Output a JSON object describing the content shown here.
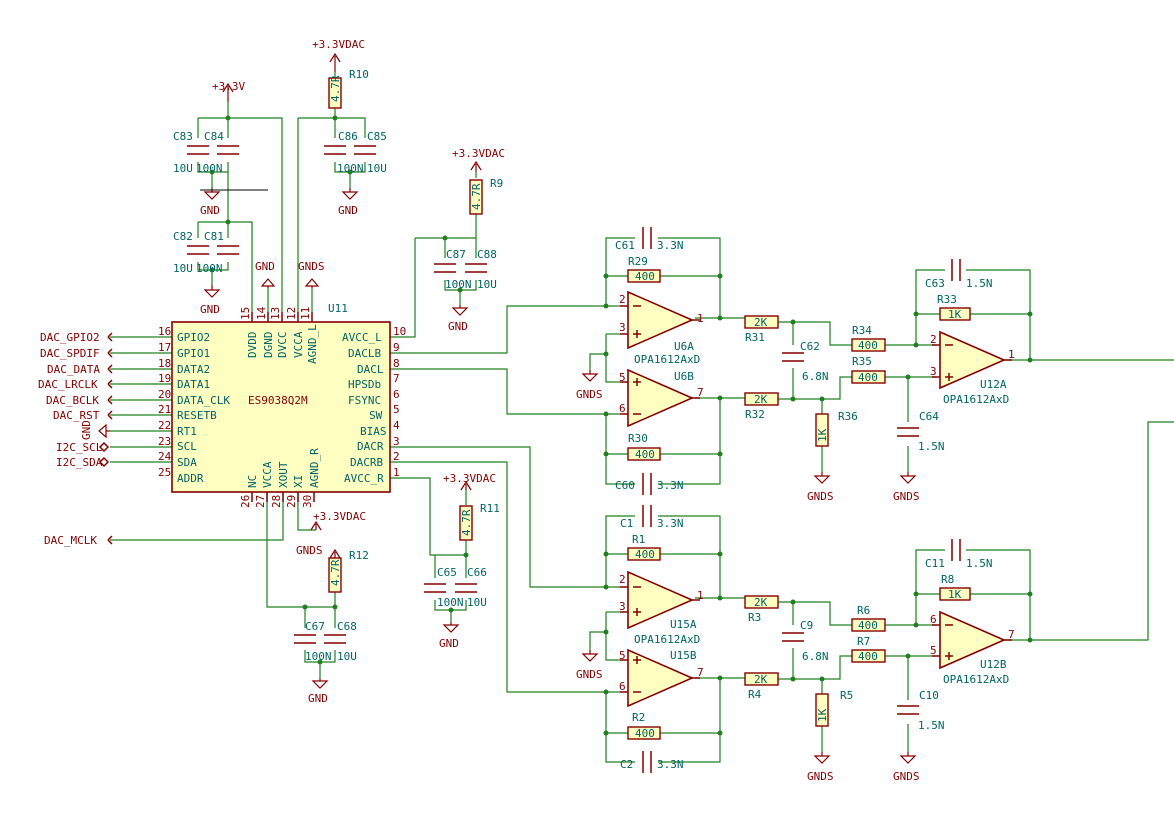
{
  "power": {
    "v33": "+3.3V",
    "v33dac": "+3.3VDAC",
    "gnd": "GND",
    "gnds": "GNDS"
  },
  "chip": {
    "ref": "U11",
    "name": "ES9038Q2M",
    "left_pins": [
      {
        "num": "16",
        "name": "GPIO2"
      },
      {
        "num": "17",
        "name": "GPIO1"
      },
      {
        "num": "18",
        "name": "DATA2"
      },
      {
        "num": "19",
        "name": "DATA1"
      },
      {
        "num": "20",
        "name": "DATA_CLK"
      },
      {
        "num": "21",
        "name": "RESETB"
      },
      {
        "num": "22",
        "name": "RT1"
      },
      {
        "num": "23",
        "name": "SCL"
      },
      {
        "num": "24",
        "name": "SDA"
      },
      {
        "num": "25",
        "name": "ADDR"
      }
    ],
    "right_pins": [
      {
        "num": "10",
        "name": "AVCC_L"
      },
      {
        "num": "9",
        "name": "DACLB"
      },
      {
        "num": "8",
        "name": "DACL"
      },
      {
        "num": "7",
        "name": "HPSDb"
      },
      {
        "num": "6",
        "name": "FSYNC"
      },
      {
        "num": "5",
        "name": "SW"
      },
      {
        "num": "4",
        "name": "BIAS"
      },
      {
        "num": "3",
        "name": "DACR"
      },
      {
        "num": "2",
        "name": "DACRB"
      },
      {
        "num": "1",
        "name": "AVCC_R"
      }
    ],
    "top_pins": [
      {
        "num": "15",
        "name": "DVDD"
      },
      {
        "num": "14",
        "name": "DGND"
      },
      {
        "num": "13",
        "name": "DVCC"
      },
      {
        "num": "12",
        "name": "VCCA"
      },
      {
        "num": "11",
        "name": "AGND_L"
      }
    ],
    "bottom_pins": [
      {
        "num": "26",
        "name": "NC"
      },
      {
        "num": "27",
        "name": "VCCA"
      },
      {
        "num": "28",
        "name": "XOUT"
      },
      {
        "num": "29",
        "name": "XI"
      },
      {
        "num": "30",
        "name": "AGND_R"
      }
    ]
  },
  "labels": {
    "gpio2": "DAC_GPIO2",
    "spdif": "DAC_SPDIF",
    "data2": "DAC_DATA",
    "data1": "DAC_LRCLK",
    "bclk": "DAC_BCLK",
    "rst": "DAC_RST",
    "scl": "I2C_SCL",
    "sda": "I2C_SDA",
    "mclk": "DAC_MCLK"
  },
  "caps": {
    "C83": {
      "ref": "C83",
      "val": "10U"
    },
    "C84": {
      "ref": "C84",
      "val": "100N"
    },
    "C82": {
      "ref": "C82",
      "val": "10U"
    },
    "C81": {
      "ref": "C81",
      "val": "100N"
    },
    "C86": {
      "ref": "C86",
      "val": "100N"
    },
    "C85": {
      "ref": "C85",
      "val": "10U"
    },
    "C87": {
      "ref": "C87",
      "val": "100N"
    },
    "C88": {
      "ref": "C88",
      "val": "10U"
    },
    "C65": {
      "ref": "C65",
      "val": "100N"
    },
    "C66": {
      "ref": "C66",
      "val": "10U"
    },
    "C67": {
      "ref": "C67",
      "val": "100N"
    },
    "C68": {
      "ref": "C68",
      "val": "10U"
    },
    "C61": {
      "ref": "C61",
      "val": "3.3N"
    },
    "C60": {
      "ref": "C60",
      "val": "3.3N"
    },
    "C1": {
      "ref": "C1",
      "val": "3.3N"
    },
    "C2": {
      "ref": "C2",
      "val": "3.3N"
    },
    "C62": {
      "ref": "C62",
      "val": "6.8N"
    },
    "C9": {
      "ref": "C9",
      "val": "6.8N"
    },
    "C63": {
      "ref": "C63",
      "val": "1.5N"
    },
    "C11": {
      "ref": "C11",
      "val": "1.5N"
    },
    "C64": {
      "ref": "C64",
      "val": "1.5N"
    },
    "C10": {
      "ref": "C10",
      "val": "1.5N"
    }
  },
  "resistors": {
    "R10": {
      "ref": "R10",
      "val": "4.7R"
    },
    "R9": {
      "ref": "R9",
      "val": "4.7R"
    },
    "R11": {
      "ref": "R11",
      "val": "4.7R"
    },
    "R12": {
      "ref": "R12",
      "val": "4.7R"
    },
    "R29": {
      "ref": "R29",
      "val": "400"
    },
    "R30": {
      "ref": "R30",
      "val": "400"
    },
    "R1": {
      "ref": "R1",
      "val": "400"
    },
    "R2": {
      "ref": "R2",
      "val": "400"
    },
    "R31": {
      "ref": "R31",
      "val": "2K"
    },
    "R32": {
      "ref": "R32",
      "val": "2K"
    },
    "R3": {
      "ref": "R3",
      "val": "2K"
    },
    "R4": {
      "ref": "R4",
      "val": "2K"
    },
    "R36": {
      "ref": "R36",
      "val": "1K"
    },
    "R5": {
      "ref": "R5",
      "val": "1K"
    },
    "R34": {
      "ref": "R34",
      "val": "400"
    },
    "R35": {
      "ref": "R35",
      "val": "400"
    },
    "R6": {
      "ref": "R6",
      "val": "400"
    },
    "R7": {
      "ref": "R7",
      "val": "400"
    },
    "R33": {
      "ref": "R33",
      "val": "1K"
    },
    "R8": {
      "ref": "R8",
      "val": "1K"
    }
  },
  "opamps": {
    "U6A": {
      "ref": "U6A",
      "val": "OPA1612AxD"
    },
    "U6B": {
      "ref": "U6B",
      "val": ""
    },
    "U15A": {
      "ref": "U15A",
      "val": "OPA1612AxD"
    },
    "U15B": {
      "ref": "U15B",
      "val": ""
    },
    "U12A": {
      "ref": "U12A",
      "val": "OPA1612AxD"
    },
    "U12B": {
      "ref": "U12B",
      "val": "OPA1612AxD"
    }
  },
  "op_pins": {
    "n2": "2",
    "n3": "3",
    "n1": "1",
    "n5": "5",
    "n6": "6",
    "n7": "7"
  }
}
